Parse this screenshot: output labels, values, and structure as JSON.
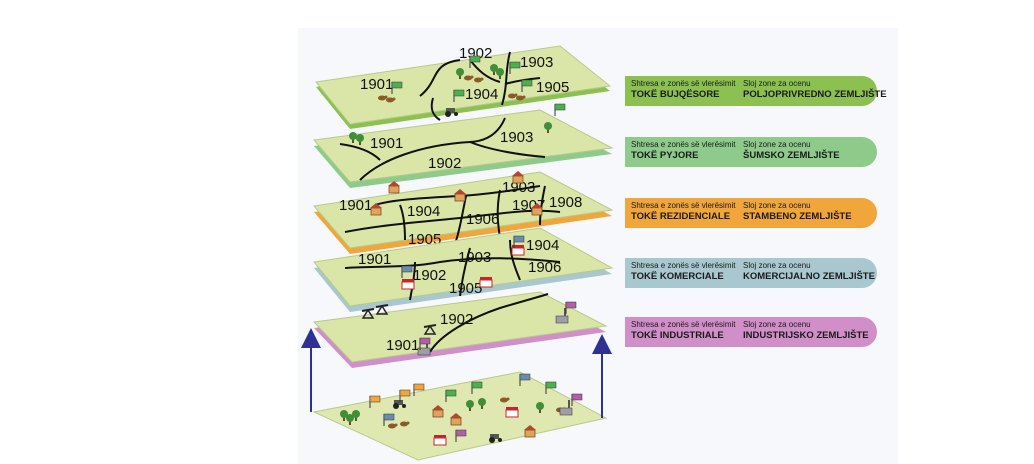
{
  "layers": [
    {
      "key": "agri",
      "label_sq_top": "Shtresa e zonës së vlerësimit",
      "label_sq": "TOKË BUJQËSORE",
      "label_sr_top": "Sloj zone za ocenu",
      "label_sr": "POLJOPRIVREDNO ZEMLJIŠTE",
      "color": "#8cc152",
      "plate": "#d9e6a8",
      "zones": [
        "1901",
        "1902",
        "1903",
        "1904",
        "1905"
      ]
    },
    {
      "key": "forest",
      "label_sq_top": "Shtresa e zonës së vlerësimit",
      "label_sq": "TOKË PYJORE",
      "label_sr_top": "Sloj zone za ocenu",
      "label_sr": "ŠUMSKO ZEMLJIŠTE",
      "color": "#8ecb8b",
      "plate": "#d9e6a8",
      "zones": [
        "1901",
        "1902",
        "1903"
      ]
    },
    {
      "key": "resid",
      "label_sq_top": "Shtresa e zonës së vlerësimit",
      "label_sq": "TOKË REZIDENCIALE",
      "label_sr_top": "Sloj zone za ocenu",
      "label_sr": "STAMBENO ZEMLJIŠTE",
      "color": "#f0a63a",
      "plate": "#d9e6a8",
      "zones": [
        "1901",
        "1903",
        "1904",
        "1905",
        "1906",
        "1907",
        "1908"
      ]
    },
    {
      "key": "comm",
      "label_sq_top": "Shtresa e zonës së vlerësimit",
      "label_sq": "TOKË KOMERCIALE",
      "label_sr_top": "Sloj zone za ocenu",
      "label_sr": "KOMERCIJALNO ZEMLJIŠTE",
      "color": "#a8c7cf",
      "plate": "#d9e6a8",
      "zones": [
        "1901",
        "1902",
        "1903",
        "1904",
        "1905",
        "1906"
      ]
    },
    {
      "key": "ind",
      "label_sq_top": "Shtresa e zonës së vlerësimit",
      "label_sq": "TOKË INDUSTRIALE",
      "label_sr_top": "Sloj zone za ocenu",
      "label_sr": "INDUSTRIJSKO ZEMLJIŠTE",
      "color": "#d08fc9",
      "plate": "#d9e6a8",
      "zones": [
        "1901",
        "1902"
      ]
    }
  ],
  "colors": {
    "boundary": "#111111",
    "arrow": "#2e3192",
    "ground": "#dfe8b0"
  },
  "icon_names": [
    "flag-icon",
    "tree-icon",
    "livestock-icon",
    "tractor-icon",
    "house-icon",
    "shop-icon",
    "factory-icon",
    "oil-pump-icon"
  ]
}
